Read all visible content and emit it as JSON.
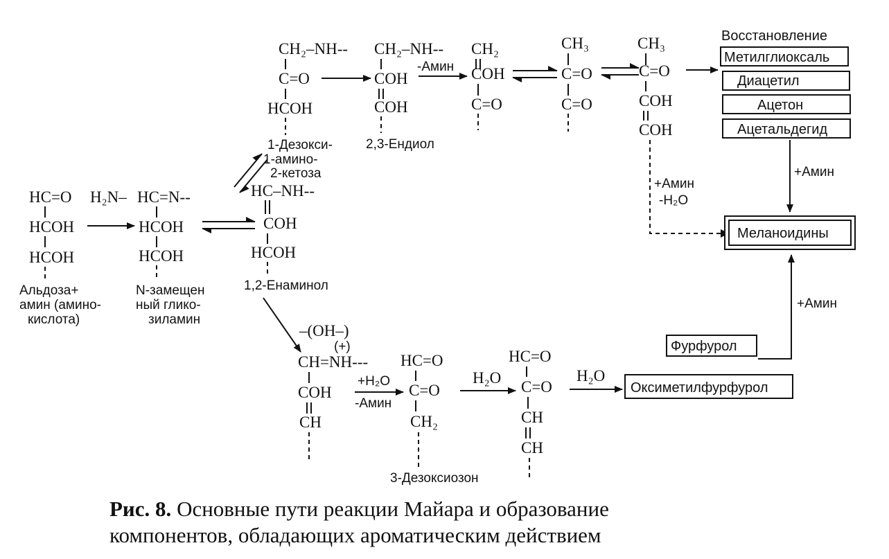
{
  "aldose": {
    "rows": [
      "HC=O",
      "HCOH",
      "HCOH"
    ],
    "label": [
      "Альдоза+",
      "амин (амино-",
      "кислота)"
    ]
  },
  "amine": "H₂N–",
  "glycosylamine": {
    "rows": [
      "HC=N--",
      "HCOH",
      "HCOH"
    ],
    "label": [
      "N-замещен",
      "ный глико-",
      "зиламин"
    ]
  },
  "enaminol": {
    "rows": [
      "HC–NH--",
      "COH",
      "HCOH"
    ],
    "label": "1,2-Енаминол"
  },
  "ketose": {
    "rows": [
      "CH₂–NH--",
      "C=O",
      "HCOH"
    ],
    "label": [
      "1-Дезокси-",
      "1-амино-",
      "2-кетоза"
    ]
  },
  "enediol": {
    "rows": [
      "CH₂–NH--",
      "COH",
      "COH"
    ],
    "label": "2,3-Ендиол"
  },
  "minus_amine": "-Амин",
  "methylene": {
    "rows": [
      "CH₂",
      "COH",
      "C=O"
    ]
  },
  "dicarbonyl": {
    "rows": [
      "CH₃",
      "C=O",
      "C=O"
    ]
  },
  "reductone": {
    "rows": [
      "CH₃",
      "C=O",
      "COH",
      "COH"
    ]
  },
  "reduction": {
    "title": "Восстановление",
    "products": [
      "Метилглиоксаль",
      "Диацетил",
      "Ацетон",
      "Ацетальдегид"
    ]
  },
  "amine_right": "+Амин",
  "amine_water": [
    "+Амин",
    "-H₂O"
  ],
  "melanoidins": "Меланоидины",
  "amine_furfural": "+Амин",
  "furfural": "Фурфурол",
  "hmf": "Оксиметилфурфурол",
  "oh_loss": "–(OH–)",
  "schiff": {
    "plus": "(+)",
    "rows": [
      "CH=NH---",
      "COH",
      "CH"
    ]
  },
  "hydrolysis": {
    "plus_water": "+H₂O",
    "minus_amine": "-Амин"
  },
  "deoxyosone": {
    "rows": [
      "HC=O",
      "C=O",
      "CH₂"
    ],
    "label": "3-Дезоксиозон"
  },
  "water_1": "H₂O",
  "unsaturated": {
    "rows": [
      "HC=O",
      "C=O",
      "CH",
      "CH"
    ]
  },
  "water_2": "H₂O",
  "caption": {
    "fig": "Рис. 8.",
    "line1": " Основные пути реакции Майара и образование",
    "line2": "компонентов, обладающих ароматическим действием"
  }
}
